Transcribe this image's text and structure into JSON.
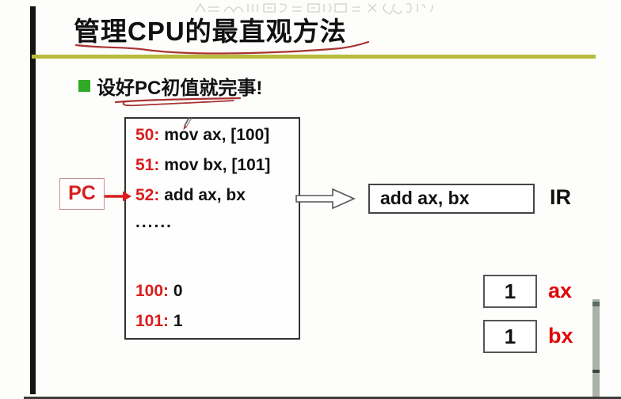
{
  "slide": {
    "title": "管理CPU的最直观方法",
    "bullet": "设好PC初值就完事!",
    "memory_box": {
      "rows": [
        {
          "addr": "50:",
          "code": "mov ax, [100]"
        },
        {
          "addr": "51:",
          "code": "mov bx, [101]"
        },
        {
          "addr": "52:",
          "code": "add ax, bx"
        },
        {
          "addr": "",
          "code": "......"
        },
        {
          "addr": "100:",
          "code": "0"
        },
        {
          "addr": "101:",
          "code": "1"
        }
      ]
    },
    "pc": {
      "label": "PC"
    },
    "ir": {
      "value": "add ax, bx",
      "label": "IR"
    },
    "registers": [
      {
        "name": "ax",
        "value": "1"
      },
      {
        "name": "bx",
        "value": "1"
      }
    ],
    "icons": {
      "pen_cursor": "pen-cursor",
      "watermark": "outlined-scribble-watermark",
      "hollow_arrow": "right-block-arrow",
      "pc_arrow": "red-right-arrow"
    },
    "colors": {
      "accent_red": "#d81e1e",
      "underline_red": "#a83232",
      "olive_rule": "#b7bb3c",
      "bullet_green": "#2faa25"
    }
  }
}
